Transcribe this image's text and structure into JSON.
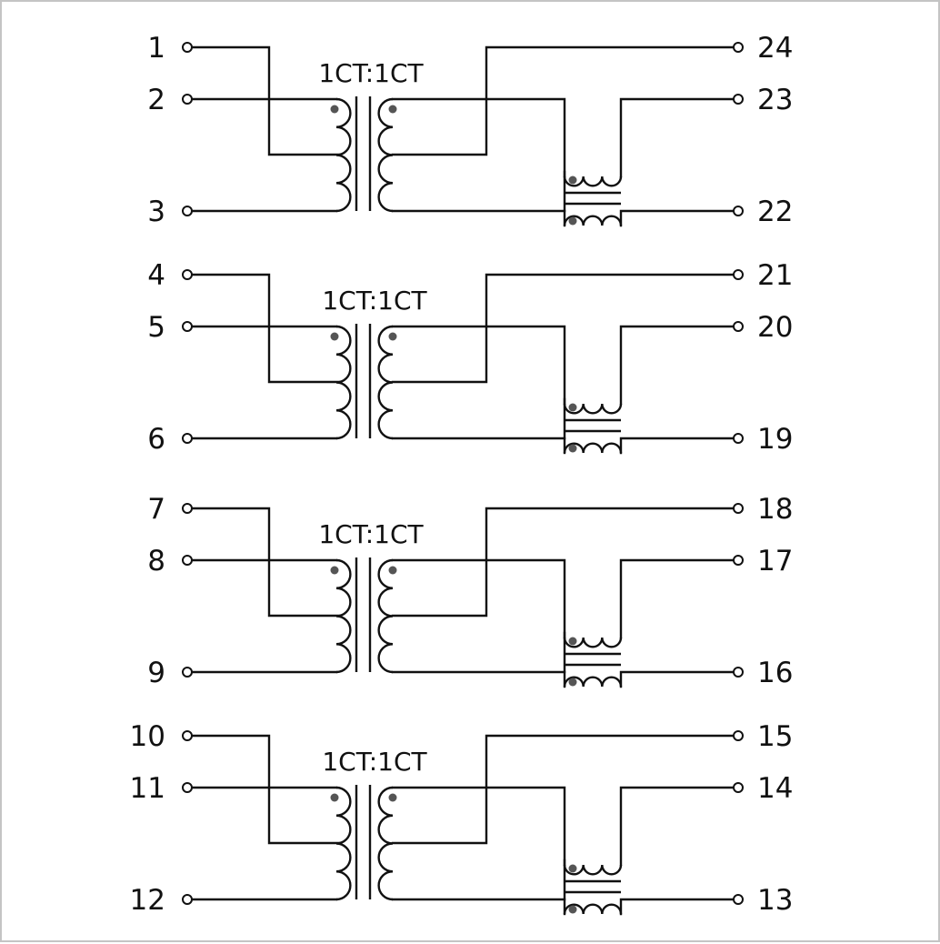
{
  "colors": {
    "line": "#111111",
    "dot": "#555555",
    "border": "#c4c4c4",
    "background": "#ffffff"
  },
  "channels": [
    {
      "ratio": "1CT:1CT",
      "pins_left": [
        "1",
        "2",
        "3"
      ],
      "pins_right": [
        "24",
        "23",
        "22"
      ]
    },
    {
      "ratio": "1CT:1CT",
      "pins_left": [
        "4",
        "5",
        "6"
      ],
      "pins_right": [
        "21",
        "20",
        "19"
      ]
    },
    {
      "ratio": "1CT:1CT",
      "pins_left": [
        "7",
        "8",
        "9"
      ],
      "pins_right": [
        "18",
        "17",
        "16"
      ]
    },
    {
      "ratio": "1CT:1CT",
      "pins_left": [
        "10",
        "11",
        "12"
      ],
      "pins_right": [
        "15",
        "14",
        "13"
      ]
    }
  ]
}
